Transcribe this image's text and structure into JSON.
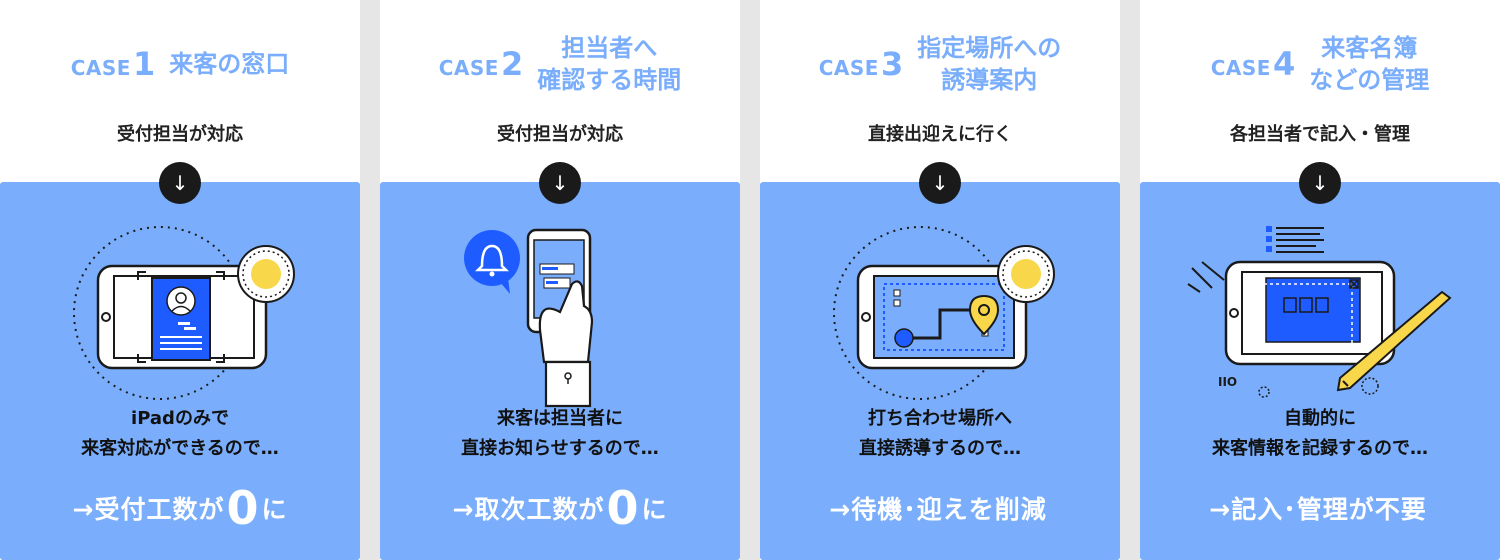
{
  "colors": {
    "accent": "#7aaefc",
    "panel": "#7aaefc",
    "blue": "#1f5cff",
    "yellow": "#f8d84a",
    "dark": "#1a1a1a"
  },
  "arrow_icon": "arrow-down-icon",
  "cases": [
    {
      "case_word": "CASE",
      "case_num": "1",
      "title": "来客の窓口",
      "subtitle": "受付担当が対応",
      "description": "iPadのみで\n来客対応ができるので…",
      "result_prefix": "→受付工数が",
      "result_big": "0",
      "result_suffix": "に"
    },
    {
      "case_word": "CASE",
      "case_num": "2",
      "title": "担当者へ\n確認する時間",
      "subtitle": "受付担当が対応",
      "description": "来客は担当者に\n直接お知らせするので…",
      "result_prefix": "→取次工数が",
      "result_big": "0",
      "result_suffix": "に"
    },
    {
      "case_word": "CASE",
      "case_num": "3",
      "title": "指定場所への\n誘導案内",
      "subtitle": "直接出迎えに行く",
      "description": "打ち合わせ場所へ\n直接誘導するので…",
      "result_prefix": "→待機･迎えを削減",
      "result_big": "",
      "result_suffix": ""
    },
    {
      "case_word": "CASE",
      "case_num": "4",
      "title": "来客名簿\nなどの管理",
      "subtitle": "各担当者で記入・管理",
      "description": "自動的に\n来客情報を記録するので…",
      "result_prefix": "→記入･管理が不要",
      "result_big": "",
      "result_suffix": ""
    }
  ],
  "illus4": {
    "label": "IIO"
  }
}
